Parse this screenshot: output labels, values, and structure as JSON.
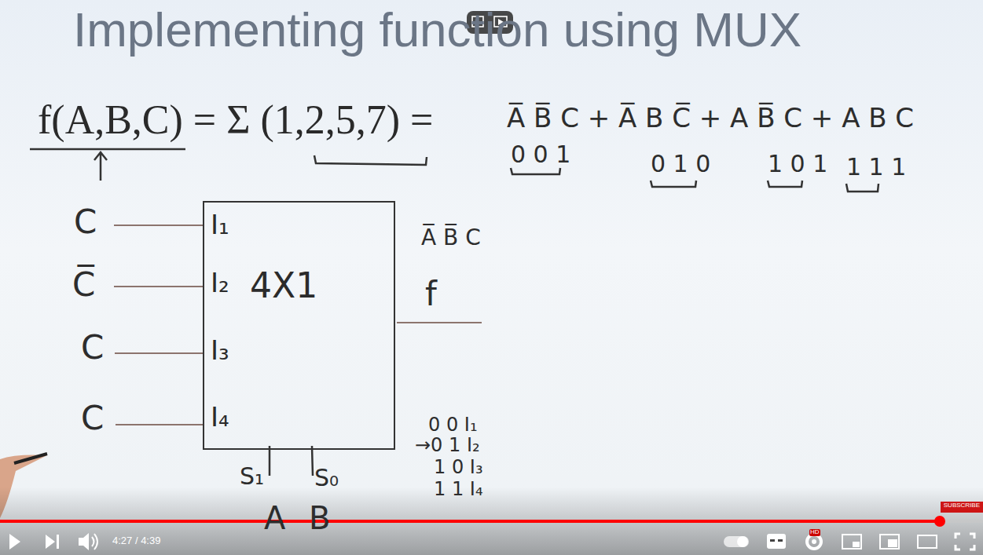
{
  "diagram": {
    "title": "Implementing function using MUX",
    "nodes": [
      {
        "text": [
          "I₁",
          "I₂",
          "4X1",
          "I₃",
          "I₄"
        ]
      }
    ],
    "labels": [
      "f(A,B,C) = Σ (1,2,5,7) =",
      "A̅ B̅ C + A̅ B C̅ + A B̅ C + A B C",
      "0 0 1",
      "0 1 0",
      "1 0 1",
      "1 1 1",
      "C",
      "C̅",
      "C",
      "C",
      "A̅ B̅ C",
      "f",
      "S₁",
      "S₀",
      "A",
      "B",
      "0 0 I₁",
      "→0 1 I₂",
      "1 0 I₃",
      "1 1 I₄",
      "4:27 / 4:39",
      "HD",
      "SUBSCRIBE"
    ]
  }
}
